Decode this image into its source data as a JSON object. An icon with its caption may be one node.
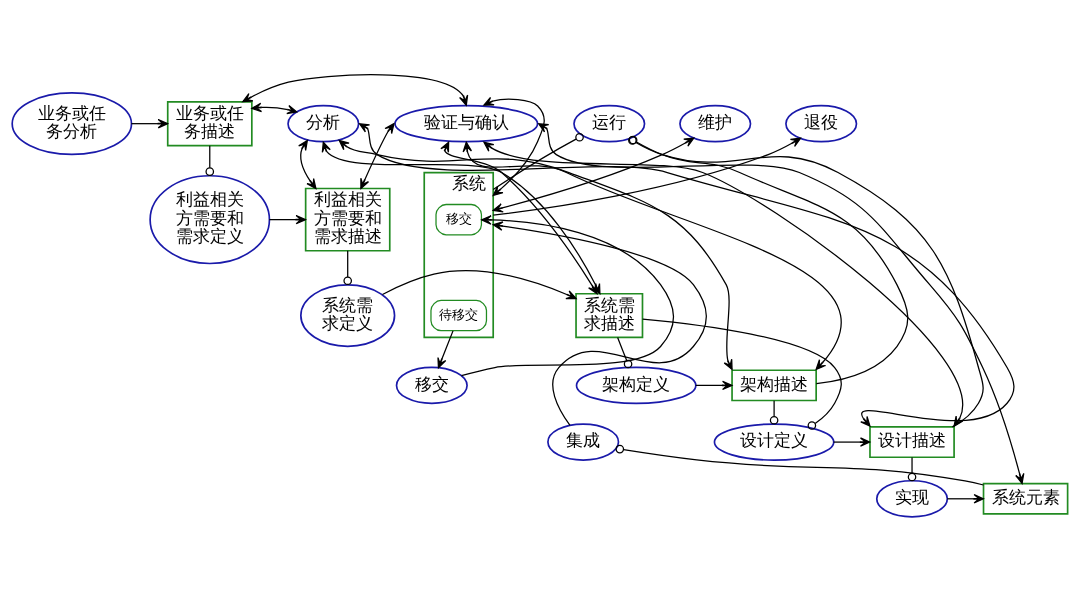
{
  "diagram": {
    "nodes": [
      {
        "text": [
          "业务或任务分析"
        ]
      },
      {
        "text": [
          "业务或任务描述"
        ]
      },
      {
        "text": [
          "分析"
        ]
      },
      {
        "text": [
          "验证与确认"
        ]
      },
      {
        "text": [
          "运行"
        ]
      },
      {
        "text": [
          "维护"
        ]
      },
      {
        "text": [
          "退役"
        ]
      },
      {
        "text": [
          "利益相关方需要和需求定义"
        ]
      },
      {
        "text": [
          "利益相关方需要和需求描述"
        ]
      },
      {
        "text": [
          "系统"
        ]
      },
      {
        "text": [
          "移交"
        ],
        "in": 9
      },
      {
        "text": [
          "待移交"
        ],
        "in": 9
      },
      {
        "text": [
          "系统需求定义"
        ]
      },
      {
        "text": [
          "系统需求描述"
        ]
      },
      {
        "text": [
          "移交"
        ]
      },
      {
        "text": [
          "架构定义"
        ]
      },
      {
        "text": [
          "架构描述"
        ]
      },
      {
        "text": [
          "设计定义"
        ]
      },
      {
        "text": [
          "设计描述"
        ]
      },
      {
        "text": [
          "集成"
        ]
      },
      {
        "text": [
          "实现"
        ]
      },
      {
        "text": [
          "系统元素"
        ]
      }
    ],
    "edges": [
      {
        "from": 0,
        "to": 1,
        "arrow": "to"
      },
      {
        "from": 7,
        "to": 8,
        "arrow": "to"
      },
      {
        "from": 12,
        "to": 13,
        "arrow": "to"
      },
      {
        "from": 15,
        "to": 16,
        "arrow": "to"
      },
      {
        "from": 17,
        "to": 18,
        "arrow": "to"
      },
      {
        "from": 20,
        "to": 21,
        "arrow": "to"
      },
      {
        "from": 1,
        "to": 7,
        "arrow": "other"
      },
      {
        "from": 8,
        "to": 12,
        "arrow": "other"
      },
      {
        "from": 13,
        "to": 15,
        "arrow": "other"
      },
      {
        "from": 13,
        "to": 17,
        "arrow": "other"
      },
      {
        "from": 16,
        "to": 17,
        "arrow": "other"
      },
      {
        "from": 18,
        "to": 20,
        "arrow": "other"
      },
      {
        "from": 21,
        "to": 19,
        "arrow": "other"
      },
      {
        "from": 16,
        "to": 4,
        "arrow": "other"
      },
      {
        "from": 18,
        "to": 4,
        "arrow": "other"
      },
      {
        "from": 9,
        "to": 4,
        "arrow": "other"
      },
      {
        "from": 1,
        "to": 3,
        "arrow": "both"
      },
      {
        "from": 1,
        "to": 2,
        "arrow": "both"
      },
      {
        "from": 8,
        "to": 2,
        "arrow": "both"
      },
      {
        "from": 13,
        "to": 2,
        "arrow": "both"
      },
      {
        "from": 16,
        "to": 2,
        "arrow": "both"
      },
      {
        "from": 18,
        "to": 2,
        "arrow": "both"
      },
      {
        "from": 8,
        "to": 3,
        "arrow": "both"
      },
      {
        "from": 13,
        "to": 3,
        "arrow": "both"
      },
      {
        "from": 16,
        "to": 3,
        "arrow": "both"
      },
      {
        "from": 18,
        "to": 3,
        "arrow": "both"
      },
      {
        "from": 21,
        "to": 3,
        "arrow": "both"
      },
      {
        "from": 9,
        "to": 3,
        "arrow": "both"
      },
      {
        "from": 9,
        "to": 5,
        "arrow": "both"
      },
      {
        "from": 9,
        "to": 6,
        "arrow": "to"
      },
      {
        "from": 14,
        "to": 10,
        "arrow": "to"
      },
      {
        "from": 11,
        "to": 14,
        "arrow": "to"
      },
      {
        "from": 19,
        "to": 9,
        "arrow": "to"
      }
    ]
  }
}
